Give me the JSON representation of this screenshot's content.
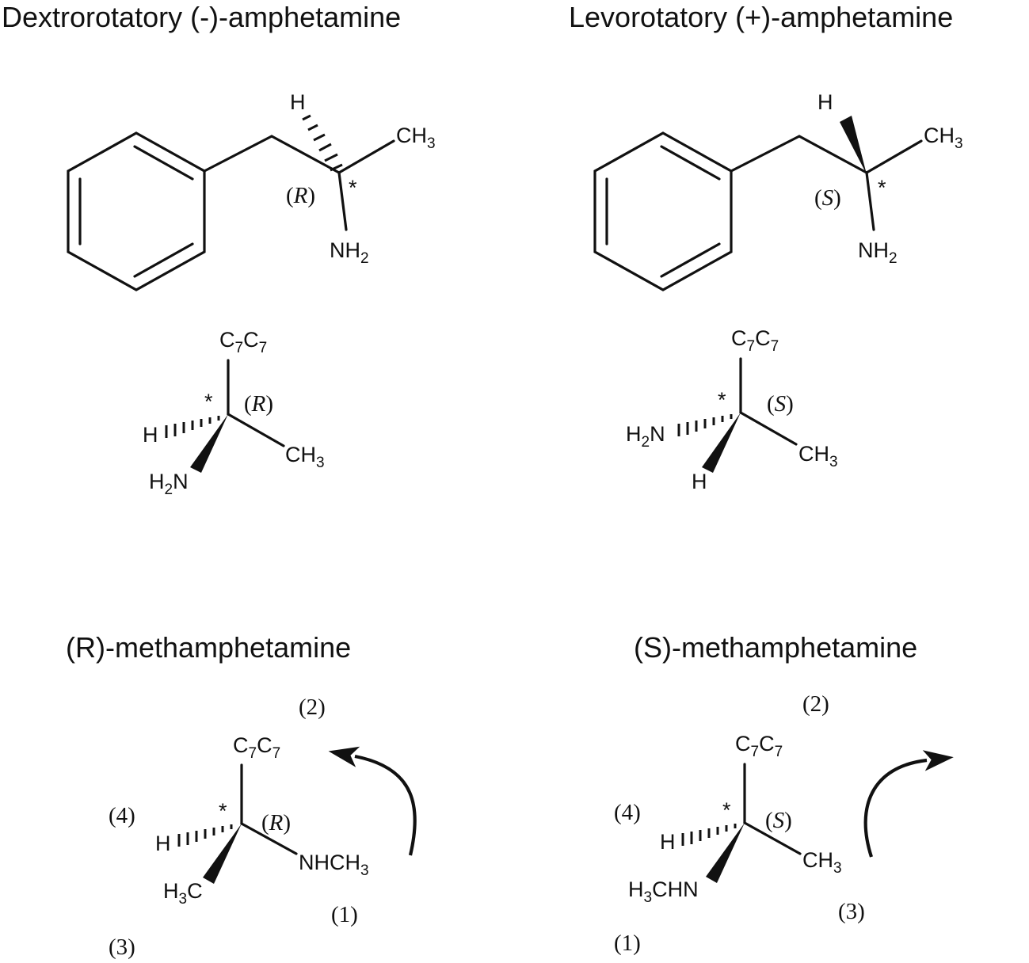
{
  "titles": {
    "top_left": "Dextrorotatory (-)-amphetamine",
    "top_right": "Levorotatory (+)-amphetamine",
    "bottom_left": "(R)-methamphetamine",
    "bottom_right": "(S)-methamphetamine"
  },
  "atoms": {
    "H": "H",
    "C": "C",
    "N": "N",
    "NH": "NH",
    "CH": "CH",
    "HN": "HN",
    "sub2": "2",
    "sub3": "3",
    "sub7": "7"
  },
  "stereo": {
    "star": "*",
    "R": "R",
    "S": "S",
    "open": "(",
    "close": ")"
  },
  "priorities": {
    "p1": "(1)",
    "p2": "(2)",
    "p3": "(3)",
    "p4": "(4)"
  }
}
